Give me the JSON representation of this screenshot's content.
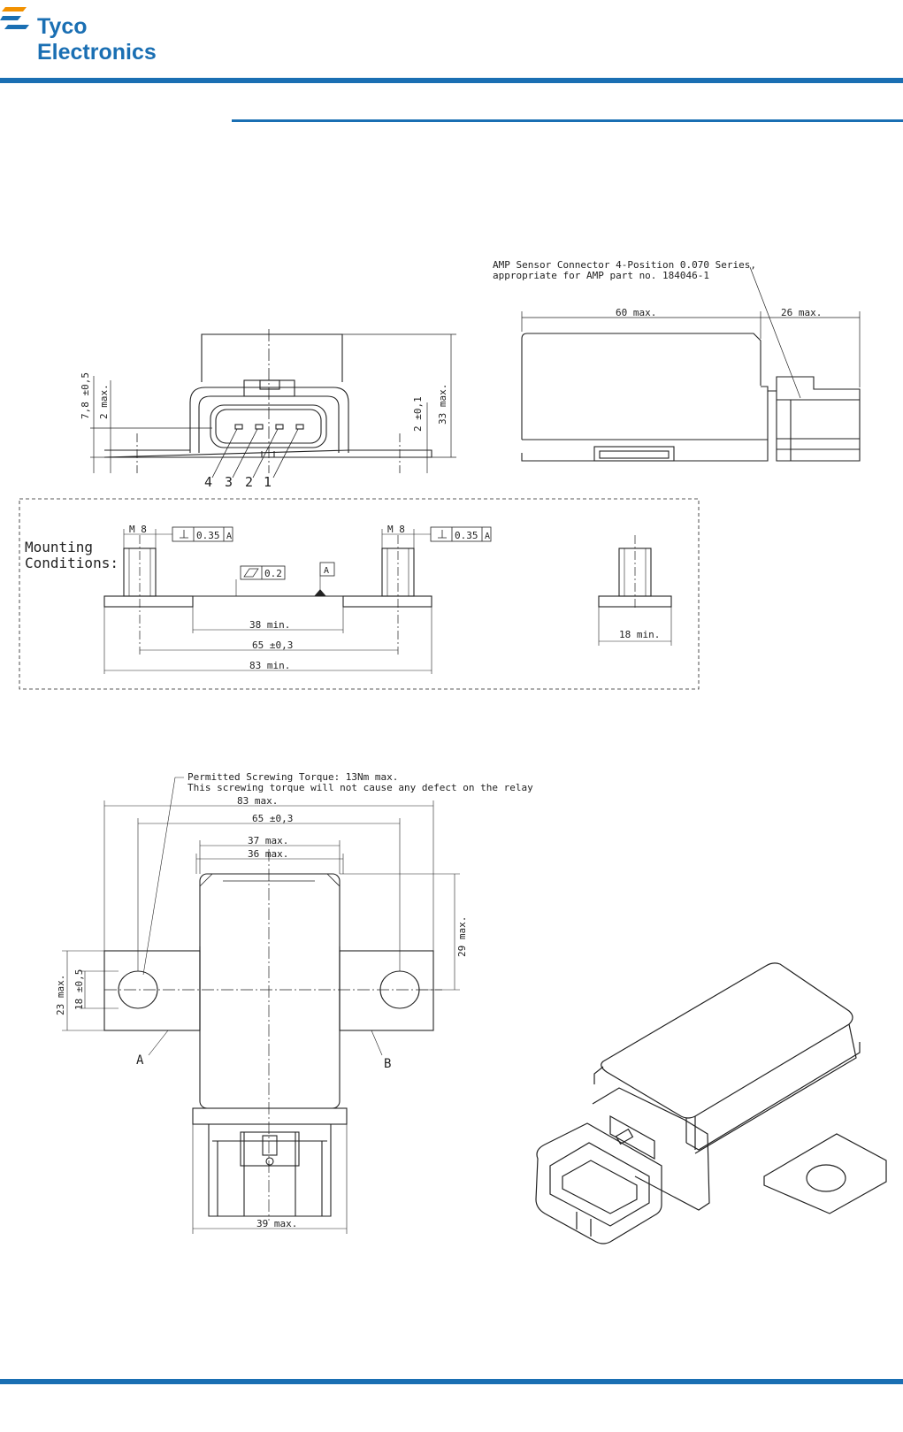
{
  "logo": {
    "line1": "Tyco",
    "line2": "Electronics",
    "brand_color": "#1a6fb3"
  },
  "connector_note": {
    "line1": "AMP Sensor Connector 4-Position 0.070 Series,",
    "line2": "appropriate for AMP part no. 184046-1"
  },
  "front_view": {
    "dim_height": "33 max.",
    "dim_offset": "2 ±0,1",
    "dim_pin_height": "7,8 ±0,5",
    "dim_2max": "2 max.",
    "pin_labels": [
      "4",
      "3",
      "2",
      "1"
    ]
  },
  "side_view": {
    "dim_length": "60 max.",
    "dim_connector": "26 max."
  },
  "mounting": {
    "title_line1": "Mounting",
    "title_line2": "Conditions:",
    "thread_left": "M 8",
    "thread_right": "M 8",
    "perp_tol_left": "0.35",
    "perp_tol_right": "0.35",
    "datum_ref": "A",
    "flatness": "0.2",
    "dim_inner": "38 min.",
    "dim_centers": "65 ±0,3",
    "dim_outer": "83 min.",
    "dim_side": "18 min."
  },
  "top_view": {
    "torque_line1": "Permitted Screwing Torque: 13Nm max.",
    "torque_line2": "This screwing torque will not cause any defect on the relay",
    "dim_length": "83 max.",
    "dim_centers": "65 ±0,3",
    "dim_37": "37 max.",
    "dim_36": "36 max.",
    "dim_29": "29 max.",
    "dim_23": "23 max.",
    "dim_18": "18 ±0,5",
    "dim_39": "39 max.",
    "label_a": "A",
    "label_b": "B"
  },
  "colors": {
    "line": "#222222",
    "accent": "#1a6fb3"
  }
}
